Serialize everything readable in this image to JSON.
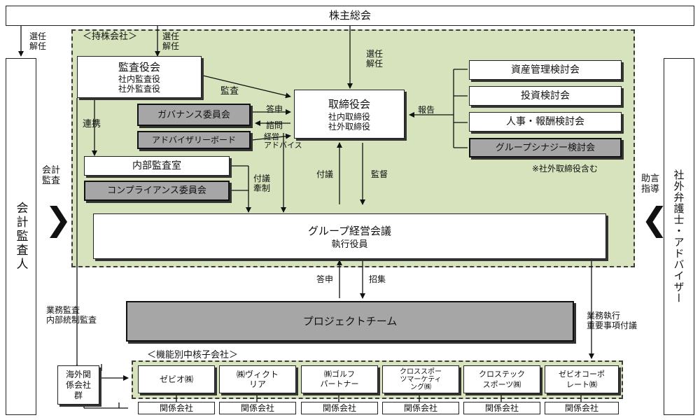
{
  "top": {
    "shareholders": "株主総会"
  },
  "holding_label": "＜持株会社＞",
  "left_edge": {
    "elect_label": "選任\n解任",
    "auditor": "会計監査人",
    "audit_label": "会計\n監査"
  },
  "right_edge": {
    "advisor": "社外弁護士・アドバイザー",
    "advice_label": "助言\n指導"
  },
  "audit_board": {
    "title": "監査役会",
    "members": [
      "社内監査役",
      "社外監査役"
    ],
    "elect_label": "選任\n解任",
    "audit_label": "監査"
  },
  "board": {
    "title": "取締役会",
    "members": [
      "社内取締役",
      "社外取締役"
    ],
    "elect_label": "選任\n解任"
  },
  "governance": {
    "label": "ガバナンス委員会",
    "report_label": "答申",
    "consult_label": "諮問"
  },
  "advisory": {
    "label": "アドバイザリーボード",
    "advice_label": "経営\nアドバイス"
  },
  "cooperation_label": "連携",
  "internal_audit": {
    "label": "内部監査室",
    "proposal_label": "付議\n牽制"
  },
  "compliance": {
    "label": "コンプライアンス委員会"
  },
  "committees": {
    "items": [
      "資産管理検討会",
      "投資検討会",
      "人事・報酬検討会",
      "グループシナジー検討会"
    ],
    "report_label": "報告",
    "note": "※社外取締役含む"
  },
  "board_links": {
    "propose_label": "付議",
    "supervise_label": "監督"
  },
  "group_meeting": {
    "title": "グループ経営会議",
    "sub": "執行役員"
  },
  "project_links": {
    "report_label": "答申",
    "convene_label": "招集"
  },
  "project": {
    "label": "プロジェクトチーム"
  },
  "left_audit_label": "業務監査\n内部統制監査",
  "right_exec_label": "業務執行\n重要事項付議",
  "subsidiaries": {
    "label": "＜機能別中核子会社＞",
    "items": [
      "ゼビオ㈱",
      "㈱ヴィクト\nリア",
      "㈱ゴルフ\nパートナー",
      "クロススポー\nツマーケティ\nング㈱",
      "クロステック\nスポーツ㈱",
      "ゼビオコーポ\nレート㈱"
    ],
    "related_label": "関係会社"
  },
  "overseas": {
    "label": "海外関\n係会社\n群"
  }
}
